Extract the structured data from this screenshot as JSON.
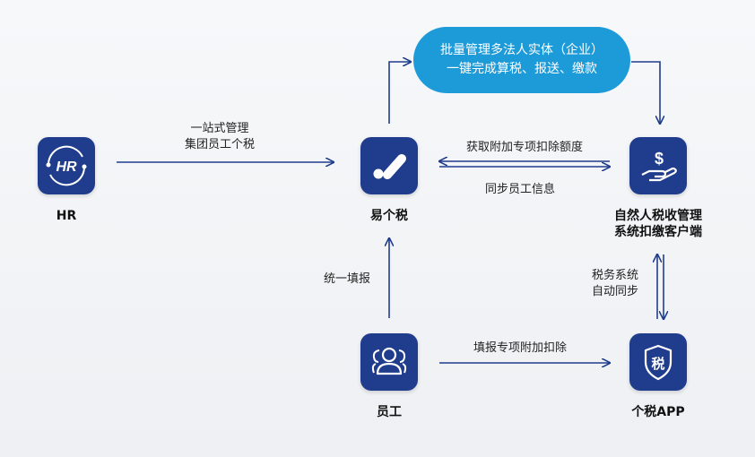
{
  "nodes": {
    "hr": {
      "label": "HR",
      "icon_text": "HR",
      "icon": "hr-icon"
    },
    "yigeshui": {
      "label": "易个税",
      "icon": "slash-dot-logo-icon"
    },
    "client": {
      "label_line1": "自然人税收管理",
      "label_line2": "系统扣缴客户端",
      "icon": "hand-dollar-icon"
    },
    "employee": {
      "label": "员工",
      "icon": "people-icon"
    },
    "app": {
      "label": "个税APP",
      "icon_text": "税",
      "icon": "shield-tax-icon"
    }
  },
  "banner": {
    "line1": "批量管理多法人实体（企业）",
    "line2": "一键完成算税、报送、缴款"
  },
  "edges": {
    "hr_to_yigeshui": {
      "line1": "一站式管理",
      "line2": "集团员工个税"
    },
    "get_deductions": "获取附加专项扣除额度",
    "sync_info": "同步员工信息",
    "unified_report": "统一填报",
    "fill_deductions": "填报专项附加扣除",
    "tax_sync": {
      "line1": "税务系统",
      "line2": "自动同步"
    }
  },
  "colors": {
    "node": "#1f3d8c",
    "banner": "#1d9bd9",
    "line": "#1f3d8c",
    "background": "#f3f4f6"
  }
}
